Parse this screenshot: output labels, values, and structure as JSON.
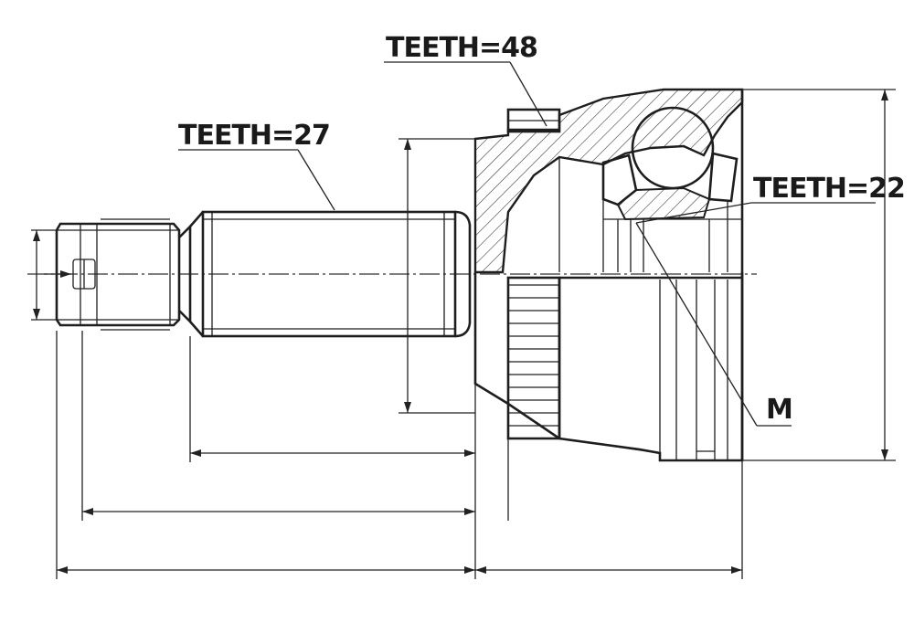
{
  "labels": {
    "teeth_outer_gear": "TEETH=48",
    "teeth_shaft_spline": "TEETH=27",
    "teeth_inner_spline": "TEETH=22",
    "thread_marker": "M"
  }
}
